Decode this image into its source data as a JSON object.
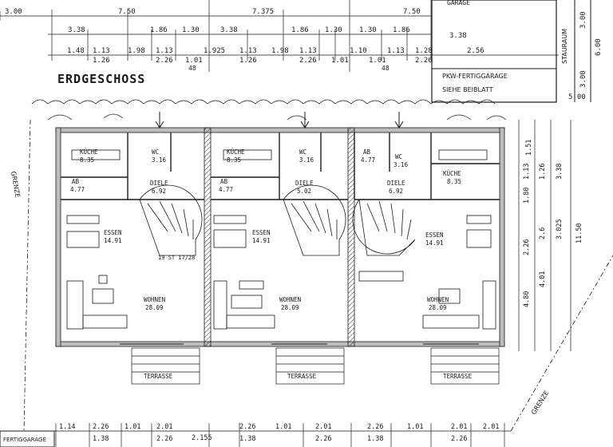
{
  "title": "ERDGESCHOSS",
  "labels": {
    "garage_note_1": "PKW-FERTIGGARAGE",
    "garage_note_2": "SIEHE BEIBLATT",
    "stauraum": "STAURAUM",
    "grenze": "GRENZE",
    "fertiggarage": "FERTIGGARAGE",
    "garage_top": "GARAGE"
  },
  "top_dims_row1": [
    "3.00",
    "7.50",
    "7.375",
    "7.50"
  ],
  "top_dims_row2": [
    "3.38",
    "1.86",
    "1.30",
    "3.38",
    "1.86",
    "1.30",
    "1.30",
    "1.86",
    "3.38"
  ],
  "top_dims_row3": [
    "1.48",
    "1.13",
    "1.98",
    "1.13",
    "1.925",
    "1.13",
    "1.98",
    "1.13",
    "1.10",
    "1.13",
    "1.28",
    "2.56"
  ],
  "top_dims_row3b": [
    "1.26",
    "2.26",
    "1.01",
    "1.26",
    "2.26",
    "1.01",
    "1.01",
    "2.26"
  ],
  "right_dims": [
    "1.51",
    "1.13",
    "1.26",
    "3.38",
    "1.80",
    "3.025",
    "2.26",
    "2.6",
    "11.50",
    "4.01",
    "4.80"
  ],
  "right_top_dims": [
    "3.00",
    "6.00",
    "3.00",
    "5.00"
  ],
  "bottom_dims_row1": [
    "1.14",
    "2.26",
    "1.01",
    "2.01",
    "2.155",
    "2.26",
    "1.01",
    "2.01",
    "2.26",
    "1.01",
    "2.01",
    "2.01"
  ],
  "bottom_dims_row2": [
    "1.38",
    "2.26",
    "1.38",
    "2.26",
    "1.38",
    "2.26"
  ],
  "units": [
    {
      "kueche": "KÜCHE",
      "kueche_area": "8.35",
      "wc": "WC",
      "wc_area": "3.16",
      "ab": "AB",
      "ab_area": "4.77",
      "diele": "DIELE",
      "diele_area": "6.92",
      "essen": "ESSEN",
      "essen_area": "14.91",
      "wohnen": "WOHNEN",
      "wohnen_area": "28.09",
      "terrasse": "TERRASSE"
    },
    {
      "kueche": "KÜCHE",
      "kueche_area": "8.35",
      "wc": "WC",
      "wc_area": "3.16",
      "ab": "AB",
      "ab_area": "4.77",
      "diele": "DIELE",
      "diele_area": "5.02",
      "essen": "ESSEN",
      "essen_area": "14.91",
      "wohnen": "WOHNEN",
      "wohnen_area": "28.09",
      "terrasse": "TERRASSE"
    },
    {
      "kueche": "KÜCHE",
      "kueche_area": "8.35",
      "wc": "WC",
      "wc_area": "3.16",
      "ab": "AB",
      "ab_area": "4.77",
      "diele": "DIELE",
      "diele_area": "6.92",
      "essen": "ESSEN",
      "essen_area": "14.91",
      "wohnen": "WOHNEN",
      "wohnen_area": "28.09",
      "terrasse": "TERRASSE"
    }
  ],
  "stair_note": "19 ST 17/28",
  "axis_marks": [
    "48",
    "48"
  ]
}
